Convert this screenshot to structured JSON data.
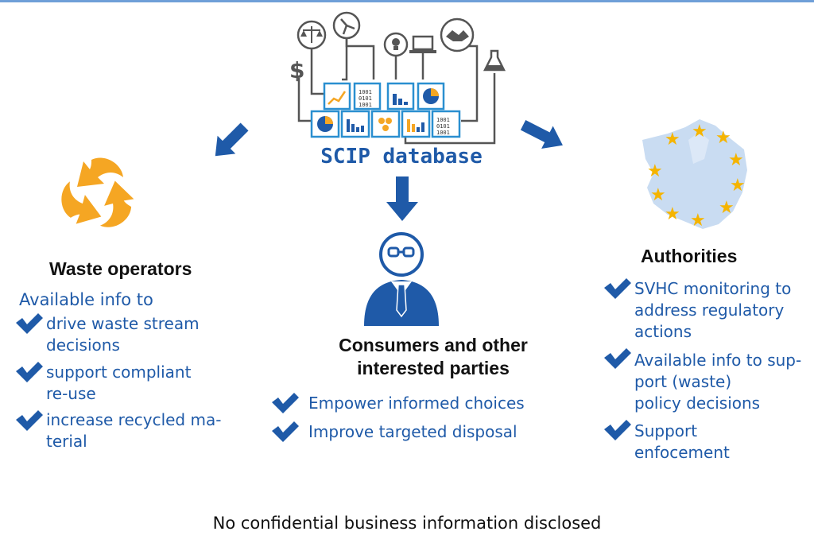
{
  "center": {
    "title": "SCIP database"
  },
  "waste": {
    "heading": "Waste operators",
    "intro": "Available info to",
    "items": [
      {
        "line1": "drive waste stream",
        "line2": "decisions"
      },
      {
        "line1": "support compliant",
        "line2": "re-use"
      },
      {
        "line1": "increase recycled ma-",
        "line2": "terial"
      }
    ]
  },
  "consumers": {
    "heading_line1": "Consumers and other",
    "heading_line2": "interested parties",
    "items": [
      {
        "line1": "Empower informed choices"
      },
      {
        "line1": "Improve targeted disposal"
      }
    ]
  },
  "authorities": {
    "heading": "Authorities",
    "items": [
      {
        "line1": "SVHC monitoring to",
        "line2": "address regulatory",
        "line3": "actions"
      },
      {
        "line1": "Available info to sup-",
        "line2": "port (waste)",
        "line3": "policy decisions"
      },
      {
        "line1": "Support",
        "line2": "enfocement"
      }
    ]
  },
  "footer": "No confidential business information disclosed",
  "colors": {
    "blue": "#1f5aa8",
    "orange": "#f5a623",
    "gray": "#666666",
    "map": "#c9dcf2",
    "star": "#f5b400"
  },
  "icons": [
    "scales-icon",
    "compass-icon",
    "lightbulb-icon",
    "laptop-icon",
    "handshake-icon",
    "dollar-icon",
    "flask-icon",
    "recycle-icon",
    "europe-map-icon",
    "consumer-person-icon"
  ]
}
